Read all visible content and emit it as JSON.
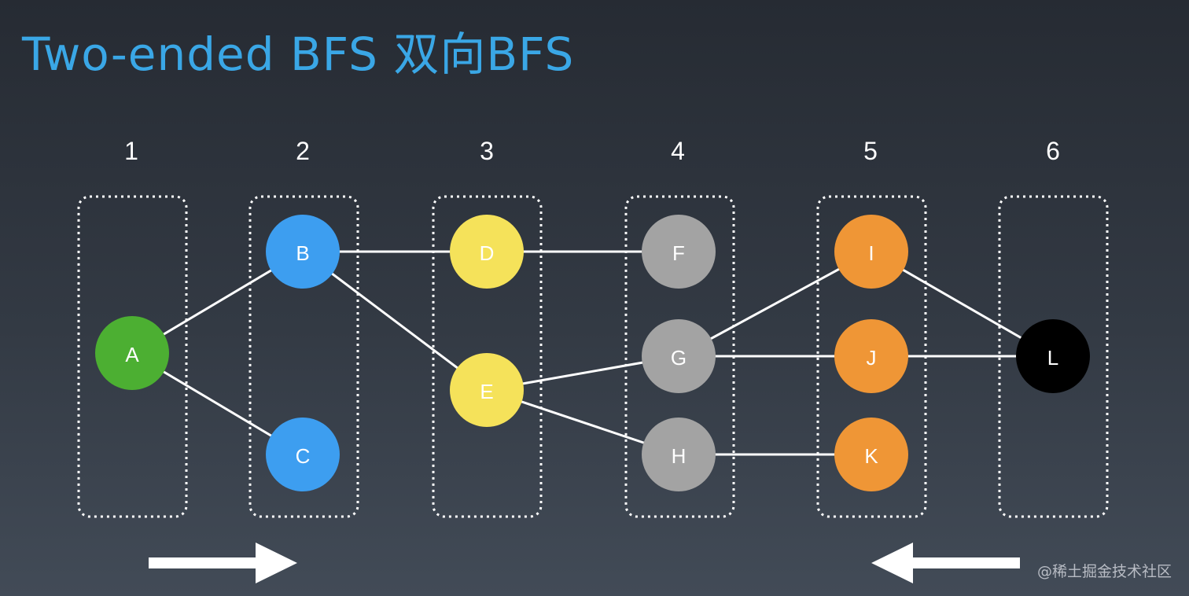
{
  "title": "Two-ended BFS 双向BFS",
  "levels": [
    "1",
    "2",
    "3",
    "4",
    "5",
    "6"
  ],
  "nodes": [
    {
      "id": "A",
      "label": "A",
      "level": 1,
      "color": "#4caf32"
    },
    {
      "id": "B",
      "label": "B",
      "level": 2,
      "color": "#3d9ef0"
    },
    {
      "id": "C",
      "label": "C",
      "level": 2,
      "color": "#3d9ef0"
    },
    {
      "id": "D",
      "label": "D",
      "level": 3,
      "color": "#f5e25a"
    },
    {
      "id": "E",
      "label": "E",
      "level": 3,
      "color": "#f5e25a"
    },
    {
      "id": "F",
      "label": "F",
      "level": 4,
      "color": "#a3a3a3"
    },
    {
      "id": "G",
      "label": "G",
      "level": 4,
      "color": "#a3a3a3"
    },
    {
      "id": "H",
      "label": "H",
      "level": 4,
      "color": "#a3a3a3"
    },
    {
      "id": "I",
      "label": "I",
      "level": 5,
      "color": "#ef9636"
    },
    {
      "id": "J",
      "label": "J",
      "level": 5,
      "color": "#ef9636"
    },
    {
      "id": "K",
      "label": "K",
      "level": 5,
      "color": "#ef9636"
    },
    {
      "id": "L",
      "label": "L",
      "level": 6,
      "color": "#000000"
    }
  ],
  "edges": [
    [
      "A",
      "B"
    ],
    [
      "A",
      "C"
    ],
    [
      "B",
      "D"
    ],
    [
      "B",
      "E"
    ],
    [
      "D",
      "F"
    ],
    [
      "E",
      "G"
    ],
    [
      "E",
      "H"
    ],
    [
      "G",
      "I"
    ],
    [
      "G",
      "J"
    ],
    [
      "H",
      "K"
    ],
    [
      "I",
      "L"
    ],
    [
      "J",
      "L"
    ]
  ],
  "arrows": [
    {
      "name": "forward-arrow",
      "direction": "right"
    },
    {
      "name": "backward-arrow",
      "direction": "left"
    }
  ],
  "watermark": "@稀土掘金技术社区"
}
